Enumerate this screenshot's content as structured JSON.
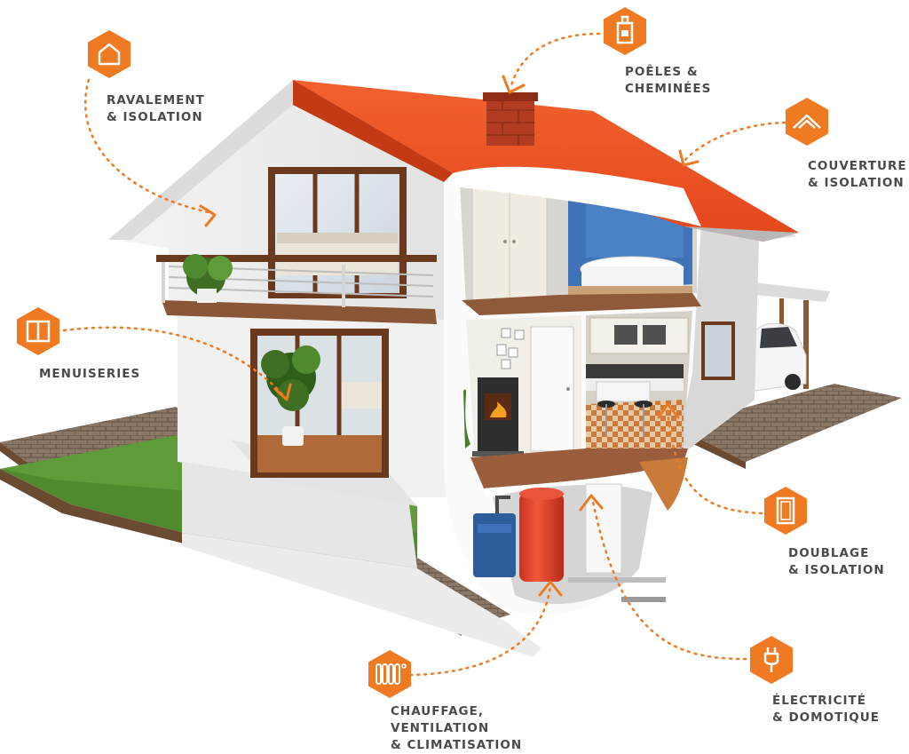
{
  "accent_color": "#ef7a22",
  "labels": {
    "ravalement": "RAVALEMENT\n& ISOLATION",
    "poeles": "POÊLES &\nCHEMINÉES",
    "couverture": "COUVERTURE\n& ISOLATION",
    "menuiseries": "MENUISERIES",
    "doublage": "DOUBLAGE\n& ISOLATION",
    "electricite": "ÉLECTRICITÉ\n& DOMOTIQUE",
    "chauffage": "CHAUFFAGE,\nVENTILATION\n& CLIMATISATION"
  },
  "icons": {
    "ravalement": "house-outline-icon",
    "poeles": "stove-icon",
    "couverture": "roof-icon",
    "menuiseries": "window-icon",
    "doublage": "wall-panel-icon",
    "electricite": "plug-icon",
    "chauffage": "radiator-icon"
  }
}
